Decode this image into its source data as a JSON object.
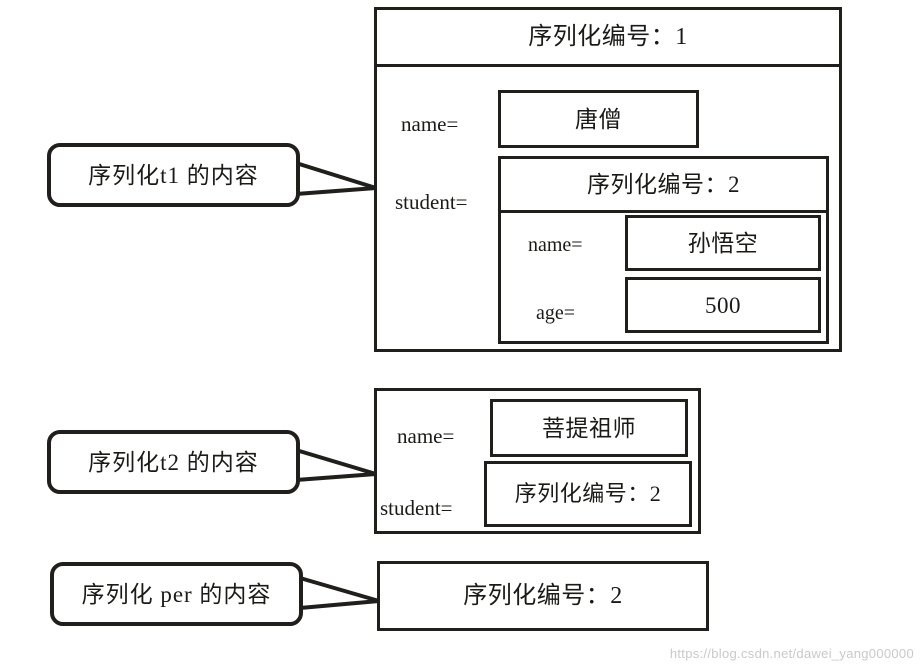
{
  "watermark": "https://blog.csdn.net/dawei_yang000000",
  "callouts": {
    "t1": "序列化t1 的内容",
    "t2": "序列化t2 的内容",
    "per": "序列化 per 的内容"
  },
  "object_t1": {
    "header": "序列化编号：1",
    "name_label": "name=",
    "name_value": "唐僧",
    "student_label": "student=",
    "student": {
      "header": "序列化编号：2",
      "name_label": "name=",
      "name_value": "孙悟空",
      "age_label": "age=",
      "age_value": "500"
    }
  },
  "object_t2": {
    "name_label": "name=",
    "name_value": "菩提祖师",
    "student_label": "student=",
    "student_value": "序列化编号：2"
  },
  "object_per": {
    "value": "序列化编号：2"
  },
  "colors": {
    "ink": "#211f1b",
    "background": "#ffffff",
    "watermark": "#c9c9c9"
  }
}
